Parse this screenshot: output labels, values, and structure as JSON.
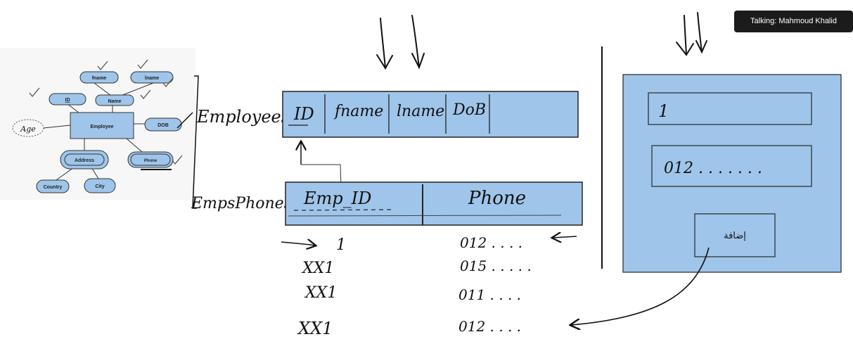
{
  "speaker": {
    "prefix": "Talking:",
    "name": "Mahmoud Khalid"
  },
  "erd": {
    "entity": "Employee",
    "attributes": [
      "fname",
      "lname",
      "ID",
      "Name",
      "DOB",
      "Address",
      "Phone",
      "Country",
      "City"
    ],
    "handwritten_attribute": "Age"
  },
  "tables": {
    "employees": {
      "name": "Employees",
      "columns": [
        "ID",
        "fname",
        "lname",
        "DoB"
      ]
    },
    "empsphones": {
      "name": "EmpsPhones",
      "columns": [
        "Emp_ID",
        "Phone"
      ]
    }
  },
  "rows": [
    {
      "id": "1",
      "phone": "012 . . . ."
    },
    {
      "id": "XX1",
      "phone": "015 . . . . ."
    },
    {
      "id": "XX1",
      "phone": "011 . . . ."
    },
    {
      "id": "XX1",
      "phone": "012 . . . ."
    }
  ],
  "form": {
    "field_id": "1",
    "field_phone": "012 . . . . . . .",
    "submit_label": "إضافة"
  },
  "colors": {
    "panel": "#9fc5ea",
    "stroke": "#222222",
    "badge": "#1b1b1b"
  }
}
